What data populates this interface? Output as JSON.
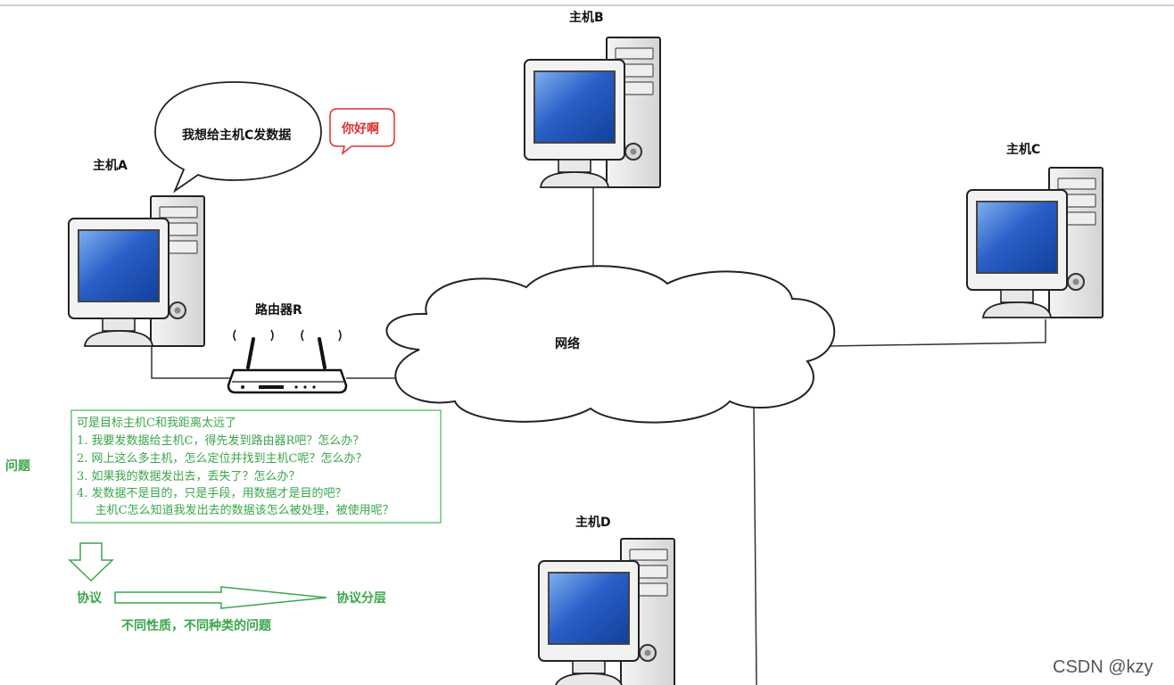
{
  "hosts": {
    "a": "主机A",
    "b": "主机B",
    "c": "主机C",
    "d": "主机D"
  },
  "router_label": "路由器R",
  "network_label": "网络",
  "bubble_text": "我想给主机C发数据",
  "greeting_text": "你好啊",
  "questions": {
    "intro": "可是目标主机C和我距离太远了",
    "items": [
      "1.  我要发数据给主机C，得先发到路由器R吧？怎么办？",
      "2.  网上这么多主机，怎么定位并找到主机C呢？怎么办？",
      "3.  如果我的数据发出去，丢失了？怎么办？",
      "4.  发数据不是目的，只是手段，用数据才是目的吧？",
      "     主机C怎么知道我发出去的数据该怎么被处理，被使用呢？"
    ]
  },
  "problem_label": "问题",
  "protocol_label": "协议",
  "layering_label": "协议分层",
  "nature_label": "不同性质，不同种类的问题",
  "watermark": "CSDN @kzy",
  "colors": {
    "green": "#3aa64a",
    "red": "#e03030",
    "screen_blue": "#2a5fc8"
  }
}
